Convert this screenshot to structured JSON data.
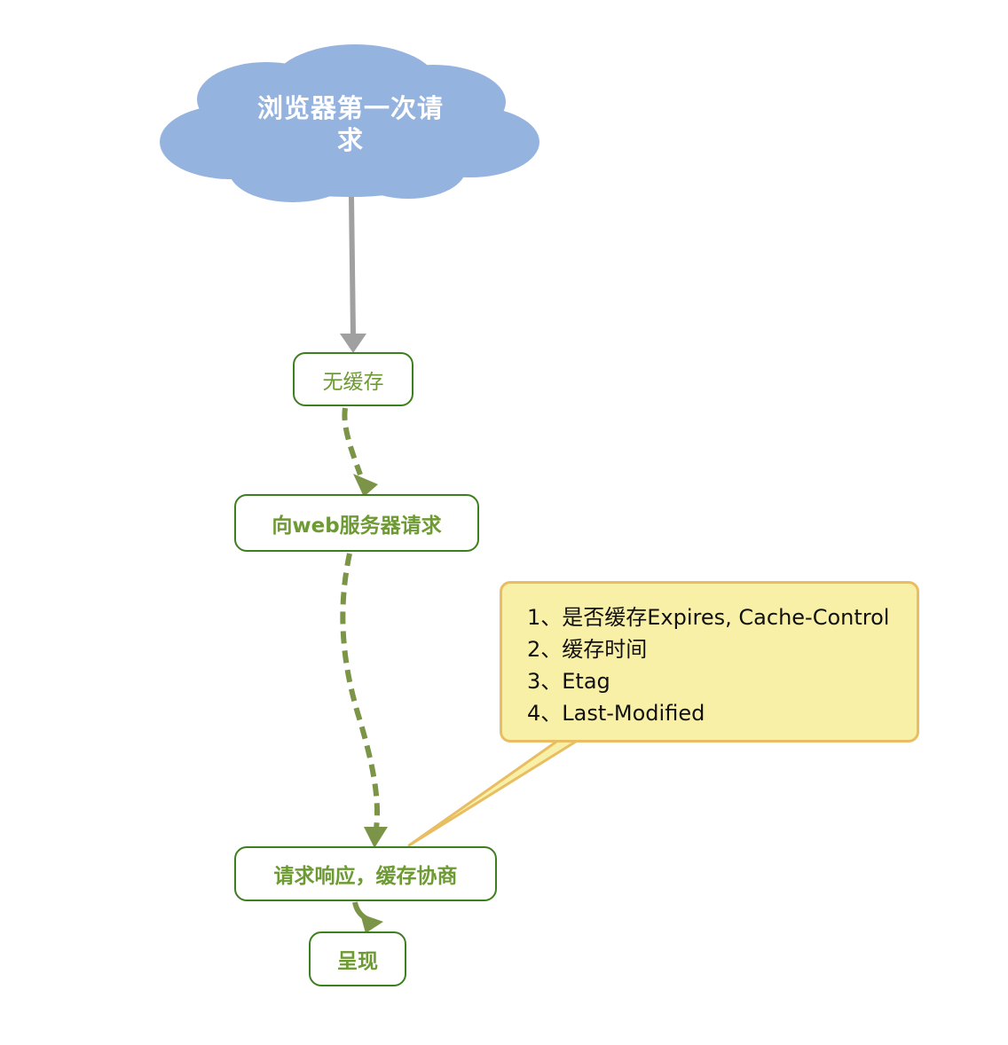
{
  "diagram": {
    "start": {
      "label_line1": "浏览器第一次请",
      "label_line2": "求",
      "shape": "cloud",
      "fill": "#95b3df",
      "text_color": "#ffffff"
    },
    "nodes": [
      {
        "id": "no-cache",
        "label": "无缓存"
      },
      {
        "id": "web-request",
        "label": "向web服务器请求"
      },
      {
        "id": "response",
        "label": "请求响应，缓存协商"
      },
      {
        "id": "render",
        "label": "呈现"
      }
    ],
    "edges": [
      {
        "from": "start",
        "to": "no-cache",
        "style": "solid",
        "color": "#a0a0a0"
      },
      {
        "from": "no-cache",
        "to": "web-request",
        "style": "dashed",
        "color": "#7b9447"
      },
      {
        "from": "web-request",
        "to": "response",
        "style": "dashed",
        "color": "#7b9447"
      },
      {
        "from": "response",
        "to": "render",
        "style": "solid",
        "color": "#7b9447"
      }
    ],
    "callout": {
      "attached_to": "response",
      "lines": [
        "1、是否缓存Expires, Cache-Control",
        "2、缓存时间",
        "3、Etag",
        "4、Last-Modified"
      ],
      "fill": "#f9f0a8",
      "border": "#e9bd62"
    },
    "colors": {
      "node_border": "#3d7f1f",
      "node_text": "#6d9a32"
    }
  }
}
